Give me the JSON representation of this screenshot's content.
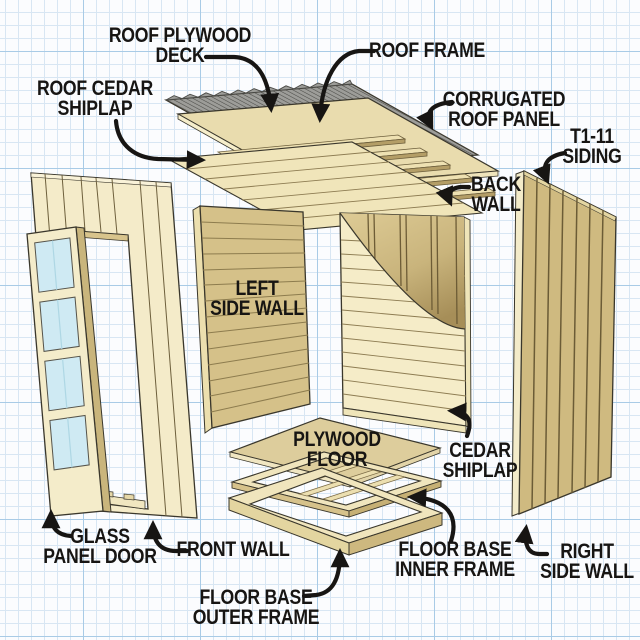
{
  "diagram": {
    "kind": "exploded-axonometric-shed-diagram",
    "background": {
      "style": "graph-paper",
      "paper_color": "#fbfcfe",
      "grid_minor_color": "#d8e6f3",
      "grid_major_color": "#a9cbe6"
    },
    "colors": {
      "wood_cream": "#f4ebc8",
      "wood_tan": "#d5c189",
      "wood_dark_side": "#b49e67",
      "plywood_floor": "#ddcd9c",
      "corrugated_gray": "#9d9d99",
      "corrugated_ridge": "#4b4b47",
      "glass_blue": "#cfeaf3",
      "outline": "#3a372c",
      "label_text": "#171513",
      "arrow": "#171513"
    },
    "labels": {
      "roof_plywood_deck": {
        "lines": [
          "ROOF PLYWOOD",
          "DECK"
        ]
      },
      "roof_frame": {
        "lines": [
          "ROOF FRAME"
        ]
      },
      "roof_cedar_shiplap": {
        "lines": [
          "ROOF CEDAR",
          "SHIPLAP"
        ]
      },
      "corrugated_roof_panel": {
        "lines": [
          "CORRUGATED",
          "ROOF PANEL"
        ]
      },
      "t1_11_siding": {
        "lines": [
          "T1-11",
          "SIDING"
        ]
      },
      "back_wall": {
        "lines": [
          "BACK",
          "WALL"
        ]
      },
      "left_side_wall": {
        "lines": [
          "LEFT",
          "SIDE WALL"
        ]
      },
      "plywood_floor": {
        "lines": [
          "PLYWOOD",
          "FLOOR"
        ]
      },
      "cedar_shiplap": {
        "lines": [
          "CEDAR",
          "SHIPLAP"
        ]
      },
      "glass_panel_door": {
        "lines": [
          "GLASS",
          "PANEL DOOR"
        ]
      },
      "front_wall": {
        "lines": [
          "FRONT WALL"
        ]
      },
      "floor_base_inner_frame": {
        "lines": [
          "FLOOR BASE",
          "INNER FRAME"
        ]
      },
      "floor_base_outer_frame": {
        "lines": [
          "FLOOR BASE",
          "OUTER FRAME"
        ]
      },
      "right_side_wall": {
        "lines": [
          "RIGHT",
          "SIDE WALL"
        ]
      }
    }
  }
}
